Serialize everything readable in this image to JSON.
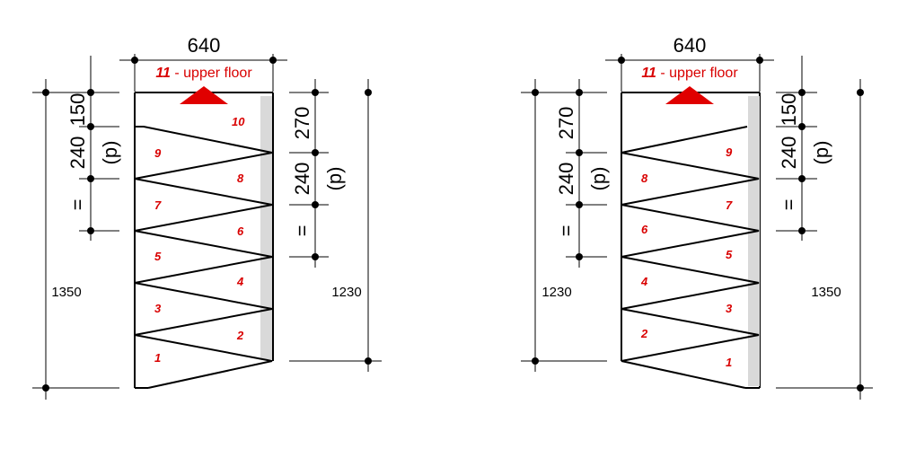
{
  "left": {
    "width_dim": "640",
    "floor_num": "11",
    "floor_text": " - upper floor",
    "total_len": "1350",
    "run_len": "1230",
    "dim_150": "150",
    "dim_240_top": "240",
    "p_top": "(p)",
    "eq": "=",
    "dim_270": "270",
    "dim_240_right": "240",
    "p_right": "(p)",
    "steps": [
      "1",
      "2",
      "3",
      "4",
      "5",
      "6",
      "7",
      "8",
      "9",
      "10"
    ]
  },
  "right": {
    "width_dim": "640",
    "floor_num": "11",
    "floor_text": " - upper floor",
    "total_len": "1350",
    "run_len": "1230",
    "dim_150": "150",
    "dim_240_top": "240",
    "p_top": "(p)",
    "eq": "=",
    "dim_270": "270",
    "dim_240_left": "240",
    "p_left": "(p)",
    "steps": [
      "1",
      "2",
      "3",
      "4",
      "5",
      "6",
      "7",
      "8",
      "9"
    ]
  },
  "colors": {
    "accent": "#d90000",
    "wall": "#d9d9d9"
  }
}
